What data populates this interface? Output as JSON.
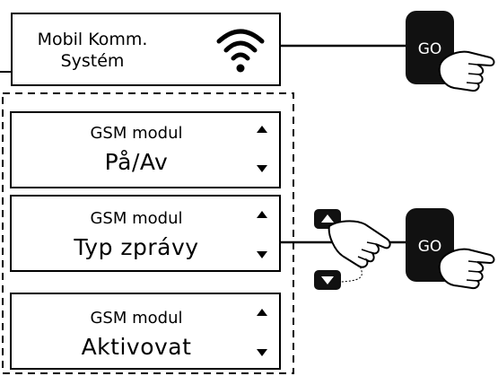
{
  "top_panel": {
    "line1": "Mobil Komm.",
    "line2": "Systém",
    "icon": "wifi-icon"
  },
  "menu_items": [
    {
      "subtitle": "GSM modul",
      "value": "På/Av"
    },
    {
      "subtitle": "GSM modul",
      "value": "Typ zprávy"
    },
    {
      "subtitle": "GSM modul",
      "value": "Aktivovat"
    }
  ],
  "buttons": {
    "go_top": "GO",
    "go_bottom": "GO"
  },
  "colors": {
    "button_dark": "#111111",
    "line": "#000000"
  }
}
